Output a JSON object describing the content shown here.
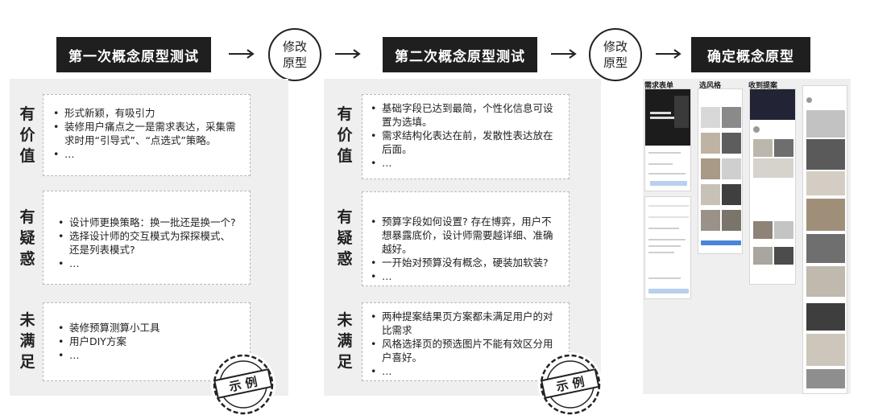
{
  "stages": [
    {
      "title": "第一次概念原型测试"
    },
    {
      "title": "第二次概念原型测试"
    },
    {
      "title": "确定概念原型"
    }
  ],
  "modify": {
    "line1": "修改",
    "line2": "原型"
  },
  "sections": {
    "value": [
      "有",
      "价",
      "值"
    ],
    "doubt": [
      "有",
      "疑",
      "惑"
    ],
    "unmet": [
      "未",
      "满",
      "足"
    ]
  },
  "test1": {
    "value": [
      "形式新颖，有吸引力",
      "装修用户痛点之一是需求表达，采集需求时用“引导式”、“点选式”策略。",
      "…"
    ],
    "doubt": [
      "设计师更换策略：换一批还是换一个?",
      "选择设计师的交互模式为探探模式、还是列表模式?",
      "…"
    ],
    "unmet": [
      "装修预算测算小工具",
      "用户DIY方案",
      "…"
    ]
  },
  "test2": {
    "value": [
      "基础字段已达到最简，个性化信息可设置为选填。",
      "需求结构化表达在前，发散性表达放在后面。",
      "…"
    ],
    "doubt": [
      "预算字段如何设置? 存在博弈，用户不想暴露底价，设计师需要越详细、准确越好。",
      "一开始对预算没有概念，硬装加软装?",
      "…"
    ],
    "unmet": [
      "两种提案结果页方案都未满足用户的对比需求",
      "风格选择页的预选图片不能有效区分用户喜好。",
      "…"
    ]
  },
  "stamp": "示 例",
  "mockups": {
    "col1": "需求表单",
    "col2": "选风格",
    "col3": "收到提案"
  },
  "colors": {
    "dark": "#1f1f1f",
    "panel": "#efefef",
    "accent": "#4a86d8"
  }
}
